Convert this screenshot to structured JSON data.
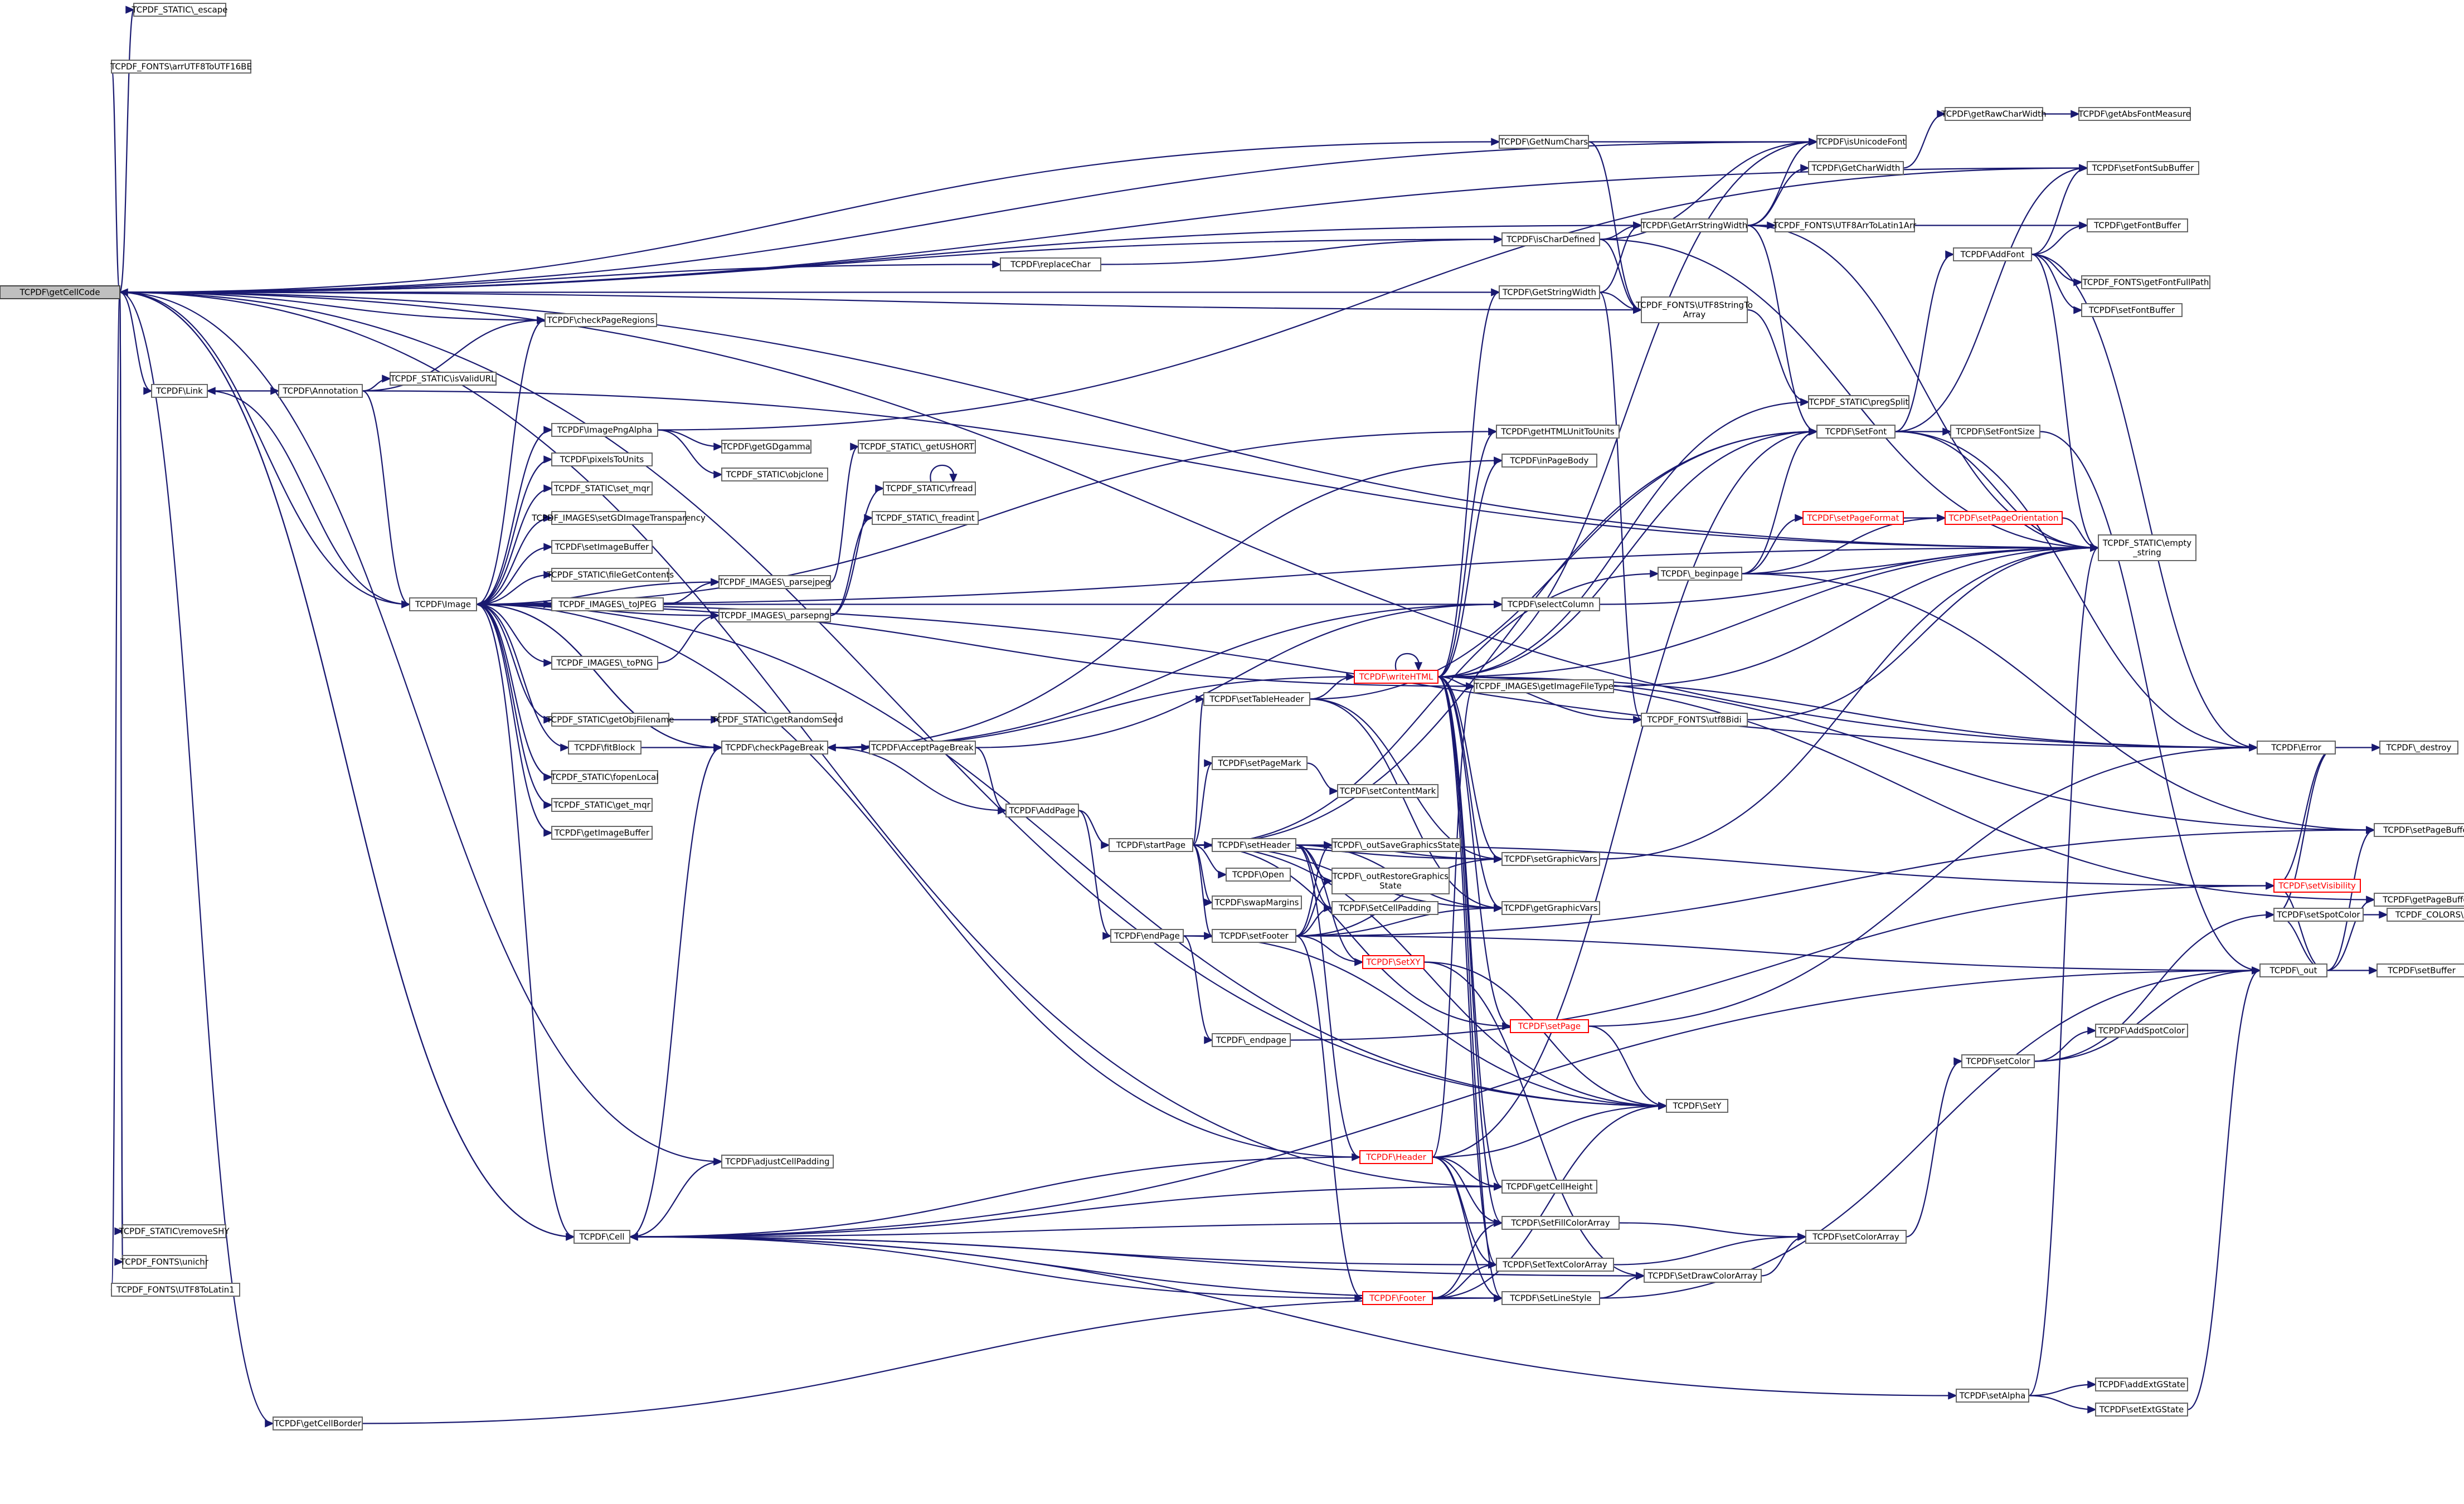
{
  "colors": {
    "edge": "#191970",
    "node_border": "#666666",
    "root_fill": "#bfbfbf",
    "node_fill": "#ffffff",
    "red_node_border": "#ff0000"
  },
  "nodes": [
    {
      "id": "root",
      "label": "TCPDF\\getCellCode",
      "style": "root"
    },
    {
      "id": "escape",
      "label": "TCPDF_STATIC\\_escape"
    },
    {
      "id": "utf16be",
      "label": "TCPDF_FONTS\\arrUTF8ToUTF16BE"
    },
    {
      "id": "isunicode",
      "label": "TCPDF\\isUnicodeFont"
    },
    {
      "id": "getnumchars",
      "label": "TCPDF\\GetNumChars"
    },
    {
      "id": "getrawcharwidth",
      "label": "TCPDF\\getRawCharWidth"
    },
    {
      "id": "getabsfont",
      "label": "TCPDF\\getAbsFontMeasure"
    },
    {
      "id": "setfontsubbuffer",
      "label": "TCPDF\\setFontSubBuffer"
    },
    {
      "id": "getcharwidth",
      "label": "TCPDF\\GetCharWidth"
    },
    {
      "id": "getarrstringwidth",
      "label": "TCPDF\\GetArrStringWidth"
    },
    {
      "id": "utf8arrlatin1",
      "label": "TCPDF_FONTS\\UTF8ArrToLatin1Arr"
    },
    {
      "id": "getfontbuffer1",
      "label": "TCPDF\\getFontBuffer"
    },
    {
      "id": "ischardefined",
      "label": "TCPDF\\isCharDefined"
    },
    {
      "id": "addfont",
      "label": "TCPDF\\AddFont"
    },
    {
      "id": "replacechar",
      "label": "TCPDF\\replaceChar"
    },
    {
      "id": "getfontfullpath",
      "label": "TCPDF_FONTS\\getFontFullPath"
    },
    {
      "id": "getstringwidth",
      "label": "TCPDF\\GetStringWidth"
    },
    {
      "id": "setfontbuffer",
      "label": "TCPDF\\setFontBuffer"
    },
    {
      "id": "checkpageregions",
      "label": "TCPDF\\checkPageRegions"
    },
    {
      "id": "utf8stringtoarray",
      "label": "TCPDF_FONTS\\UTF8StringTo\nArray"
    },
    {
      "id": "link",
      "label": "TCPDF\\Link"
    },
    {
      "id": "annotation",
      "label": "TCPDF\\Annotation"
    },
    {
      "id": "isvalidurl",
      "label": "TCPDF_STATIC\\isValidURL"
    },
    {
      "id": "pregsplit",
      "label": "TCPDF_STATIC\\pregSplit"
    },
    {
      "id": "imagepngalpha",
      "label": "TCPDF\\ImagePngAlpha"
    },
    {
      "id": "getgdgamma",
      "label": "TCPDF\\getGDgamma"
    },
    {
      "id": "setfont",
      "label": "TCPDF\\SetFont"
    },
    {
      "id": "setfontsize",
      "label": "TCPDF\\SetFontSize"
    },
    {
      "id": "gethtmlunit",
      "label": "TCPDF\\getHTMLUnitToUnits"
    },
    {
      "id": "objclone",
      "label": "TCPDF_STATIC\\objclone"
    },
    {
      "id": "pixelstounits",
      "label": "TCPDF\\pixelsToUnits"
    },
    {
      "id": "getshort",
      "label": "TCPDF_STATIC\\_getUSHORT"
    },
    {
      "id": "inpagebody",
      "label": "TCPDF\\inPageBody"
    },
    {
      "id": "setmqr",
      "label": "TCPDF_STATIC\\set_mqr"
    },
    {
      "id": "fread",
      "label": "TCPDF_STATIC\\rfread"
    },
    {
      "id": "setgdtransp",
      "label": "TCPDF_IMAGES\\setGDImageTransparency"
    },
    {
      "id": "freadint",
      "label": "TCPDF_STATIC\\_freadint"
    },
    {
      "id": "setpageformat",
      "label": "TCPDF\\setPageFormat",
      "style": "red"
    },
    {
      "id": "setpageorientation",
      "label": "TCPDF\\setPageOrientation",
      "style": "red"
    },
    {
      "id": "setimagebuffer",
      "label": "TCPDF\\setImageBuffer"
    },
    {
      "id": "emptystring",
      "label": "TCPDF_STATIC\\empty\n_string"
    },
    {
      "id": "beginpage",
      "label": "TCPDF\\_beginpage"
    },
    {
      "id": "filegetcontents",
      "label": "TCPDF_STATIC\\fileGetContents"
    },
    {
      "id": "parsejpeg",
      "label": "TCPDF_IMAGES\\_parsejpeg"
    },
    {
      "id": "tojpeg",
      "label": "TCPDF_IMAGES\\_toJPEG"
    },
    {
      "id": "image",
      "label": "TCPDF\\Image"
    },
    {
      "id": "selectcolumn",
      "label": "TCPDF\\selectColumn"
    },
    {
      "id": "parsepng",
      "label": "TCPDF_IMAGES\\_parsepng"
    },
    {
      "id": "topng",
      "label": "TCPDF_IMAGES\\_toPNG"
    },
    {
      "id": "writehtml",
      "label": "TCPDF\\writeHTML",
      "style": "red"
    },
    {
      "id": "getimagefiletype",
      "label": "TCPDF_IMAGES\\getImageFileType"
    },
    {
      "id": "settableheader",
      "label": "TCPDF\\setTableHeader"
    },
    {
      "id": "utf8bidi",
      "label": "TCPDF_FONTS\\utf8Bidi"
    },
    {
      "id": "getobjfilename",
      "label": "TCPDF_STATIC\\getObjFilename"
    },
    {
      "id": "getrandomseed",
      "label": "TCPDF_STATIC\\getRandomSeed"
    },
    {
      "id": "error",
      "label": "TCPDF\\Error"
    },
    {
      "id": "destroy",
      "label": "TCPDF\\_destroy"
    },
    {
      "id": "fitblock",
      "label": "TCPDF\\fitBlock"
    },
    {
      "id": "checkpagebreak",
      "label": "TCPDF\\checkPageBreak"
    },
    {
      "id": "acceptpagebreak",
      "label": "TCPDF\\AcceptPageBreak"
    },
    {
      "id": "fopenlocal",
      "label": "TCPDF_STATIC\\fopenLocal"
    },
    {
      "id": "setpagemark",
      "label": "TCPDF\\setPageMark"
    },
    {
      "id": "setcontentmark",
      "label": "TCPDF\\setContentMark"
    },
    {
      "id": "getmqr",
      "label": "TCPDF_STATIC\\get_mqr"
    },
    {
      "id": "addpage",
      "label": "TCPDF\\AddPage"
    },
    {
      "id": "setpagebuffer",
      "label": "TCPDF\\setPageBuffer"
    },
    {
      "id": "getimagebuffer",
      "label": "TCPDF\\getImageBuffer"
    },
    {
      "id": "startpage",
      "label": "TCPDF\\startPage"
    },
    {
      "id": "setheader",
      "label": "TCPDF\\setHeader"
    },
    {
      "id": "outsavegs",
      "label": "TCPDF\\_outSaveGraphicsState"
    },
    {
      "id": "setgraphicvars",
      "label": "TCPDF\\setGraphicVars"
    },
    {
      "id": "open",
      "label": "TCPDF\\Open"
    },
    {
      "id": "outrestoregs",
      "label": "TCPDF\\_outRestoreGraphics\nState"
    },
    {
      "id": "setvisibility",
      "label": "TCPDF\\setVisibility",
      "style": "red"
    },
    {
      "id": "getpagebuffer",
      "label": "TCPDF\\getPageBuffer"
    },
    {
      "id": "swapmargins",
      "label": "TCPDF\\swapMargins"
    },
    {
      "id": "setcellpadding",
      "label": "TCPDF\\SetCellPadding"
    },
    {
      "id": "getgraphicvars",
      "label": "TCPDF\\getGraphicVars"
    },
    {
      "id": "setspotcolor",
      "label": "TCPDF\\setSpotColor"
    },
    {
      "id": "getspotcolor",
      "label": "TCPDF_COLORS\\getSpotColor"
    },
    {
      "id": "endpage",
      "label": "TCPDF\\endPage"
    },
    {
      "id": "setfooter",
      "label": "TCPDF\\setFooter"
    },
    {
      "id": "setxy",
      "label": "TCPDF\\SetXY",
      "style": "red"
    },
    {
      "id": "out",
      "label": "TCPDF\\_out"
    },
    {
      "id": "setbuffer",
      "label": "TCPDF\\setBuffer"
    },
    {
      "id": "setpage",
      "label": "TCPDF\\setPage",
      "style": "red"
    },
    {
      "id": "endpage2",
      "label": "TCPDF\\_endpage"
    },
    {
      "id": "addspotcolor",
      "label": "TCPDF\\AddSpotColor"
    },
    {
      "id": "setcolor",
      "label": "TCPDF\\setColor"
    },
    {
      "id": "sety",
      "label": "TCPDF\\SetY"
    },
    {
      "id": "header",
      "label": "TCPDF\\Header",
      "style": "red"
    },
    {
      "id": "adjustcellpadding",
      "label": "TCPDF\\adjustCellPadding"
    },
    {
      "id": "getcellheight",
      "label": "TCPDF\\getCellHeight"
    },
    {
      "id": "removeshy",
      "label": "TCPDF_STATIC\\removeSHY"
    },
    {
      "id": "setfillcolorarray",
      "label": "TCPDF\\SetFillColorArray"
    },
    {
      "id": "cell",
      "label": "TCPDF\\Cell"
    },
    {
      "id": "setcolorarray",
      "label": "TCPDF\\setColorArray"
    },
    {
      "id": "settextcolorarray",
      "label": "TCPDF\\SetTextColorArray"
    },
    {
      "id": "unichr",
      "label": "TCPDF_FONTS\\unichr"
    },
    {
      "id": "utf8tolatin1",
      "label": "TCPDF_FONTS\\UTF8ToLatin1"
    },
    {
      "id": "setdrawcolorarray",
      "label": "TCPDF\\SetDrawColorArray"
    },
    {
      "id": "footer",
      "label": "TCPDF\\Footer",
      "style": "red"
    },
    {
      "id": "setlinestyle",
      "label": "TCPDF\\SetLineStyle"
    },
    {
      "id": "addextgstate",
      "label": "TCPDF\\addExtGState"
    },
    {
      "id": "setalpha",
      "label": "TCPDF\\setAlpha"
    },
    {
      "id": "setextgstate",
      "label": "TCPDF\\setExtGState"
    },
    {
      "id": "getcellborder",
      "label": "TCPDF\\getCellBorder"
    }
  ]
}
